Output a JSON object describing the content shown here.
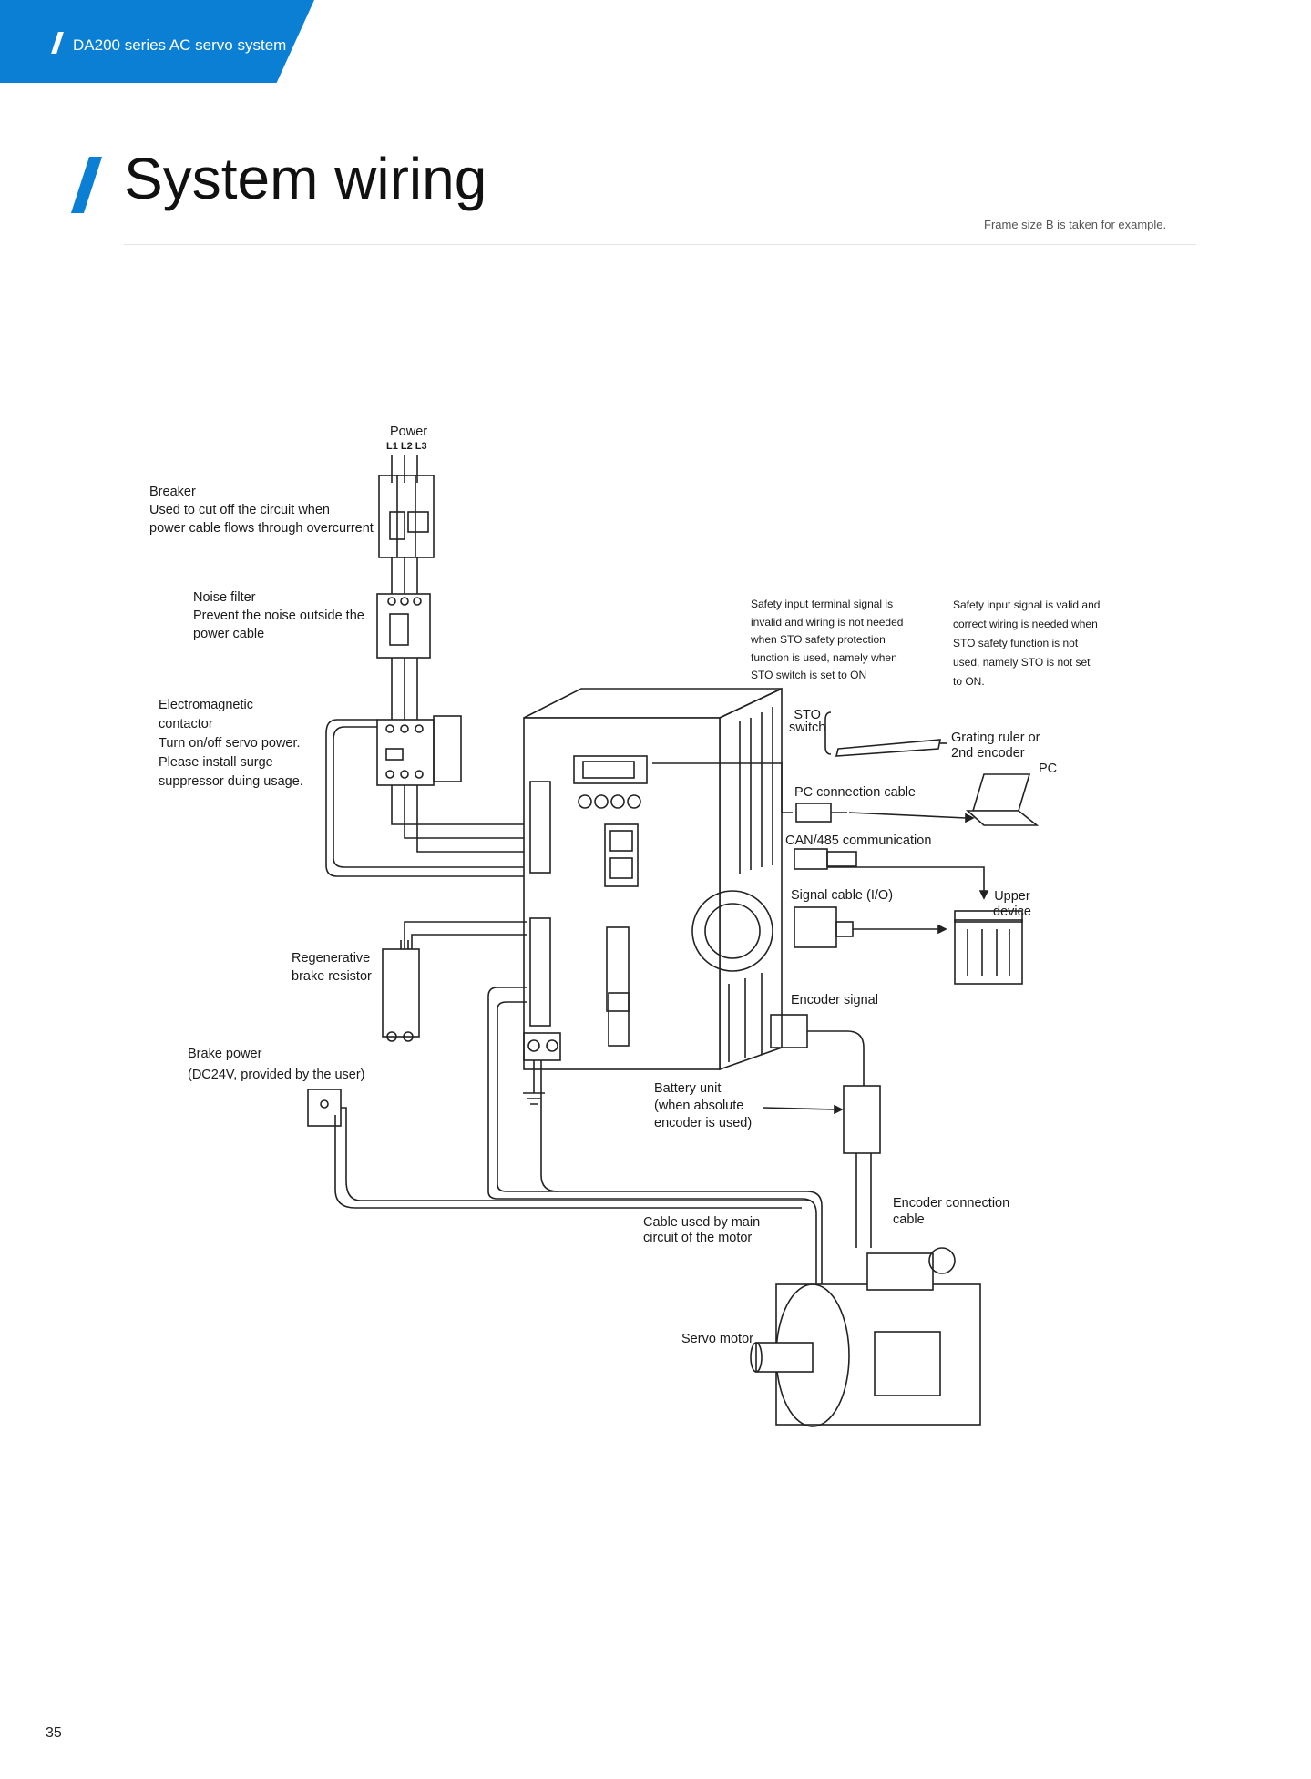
{
  "header": {
    "series_label": "DA200 series AC servo system",
    "page_title": "System wiring",
    "frame_note": "Frame size B is taken for example.",
    "page_number": "35"
  },
  "colors": {
    "accent": "#0a7fd3",
    "line": "#222222"
  },
  "diagram": {
    "power": {
      "title": "Power",
      "phases": "L1 L2 L3"
    },
    "breaker": {
      "lines": [
        "Breaker",
        "Used to cut off the circuit when",
        "power cable flows through overcurrent"
      ]
    },
    "noise_filter": {
      "lines": [
        "Noise filter",
        "Prevent the noise outside the",
        "power cable"
      ]
    },
    "contactor": {
      "lines": [
        "Electromagnetic",
        "contactor",
        "Turn on/off servo power.",
        "Please install surge",
        "suppressor duing usage."
      ]
    },
    "sto_invalid": {
      "lines": [
        "Safety input terminal signal is",
        "invalid and wiring is not needed",
        "when STO safety protection",
        "function is used, namely when",
        "STO switch is set to  ON"
      ]
    },
    "sto_valid": {
      "lines": [
        "Safety input signal is valid and",
        "correct wiring is needed when",
        "STO safety function is not",
        "used, namely STO is not set",
        "to ON."
      ]
    },
    "sto_switch": {
      "lines": [
        "STO",
        "switch"
      ]
    },
    "grating": {
      "lines": [
        "Grating ruler or",
        "2nd encoder"
      ]
    },
    "pc": {
      "label": "PC"
    },
    "pc_cable": {
      "label": "PC connection cable"
    },
    "can485": {
      "label": "CAN/485 communication"
    },
    "signal_cable": {
      "label": "Signal cable (I/O)"
    },
    "upper_device": {
      "lines": [
        "Upper",
        "device"
      ]
    },
    "regen": {
      "lines": [
        "Regenerative",
        "brake resistor"
      ]
    },
    "encoder_signal": {
      "label": "Encoder signal"
    },
    "brake_power": {
      "lines": [
        "Brake power",
        "(DC24V, provided by the user)"
      ]
    },
    "battery": {
      "lines": [
        "Battery unit",
        "(when absolute",
        "encoder is used)"
      ]
    },
    "encoder_cable": {
      "lines": [
        "Encoder connection",
        "cable"
      ]
    },
    "main_cable": {
      "lines": [
        "Cable used  by main",
        "circuit of the motor"
      ]
    },
    "servo_motor": {
      "label": "Servo motor"
    }
  }
}
